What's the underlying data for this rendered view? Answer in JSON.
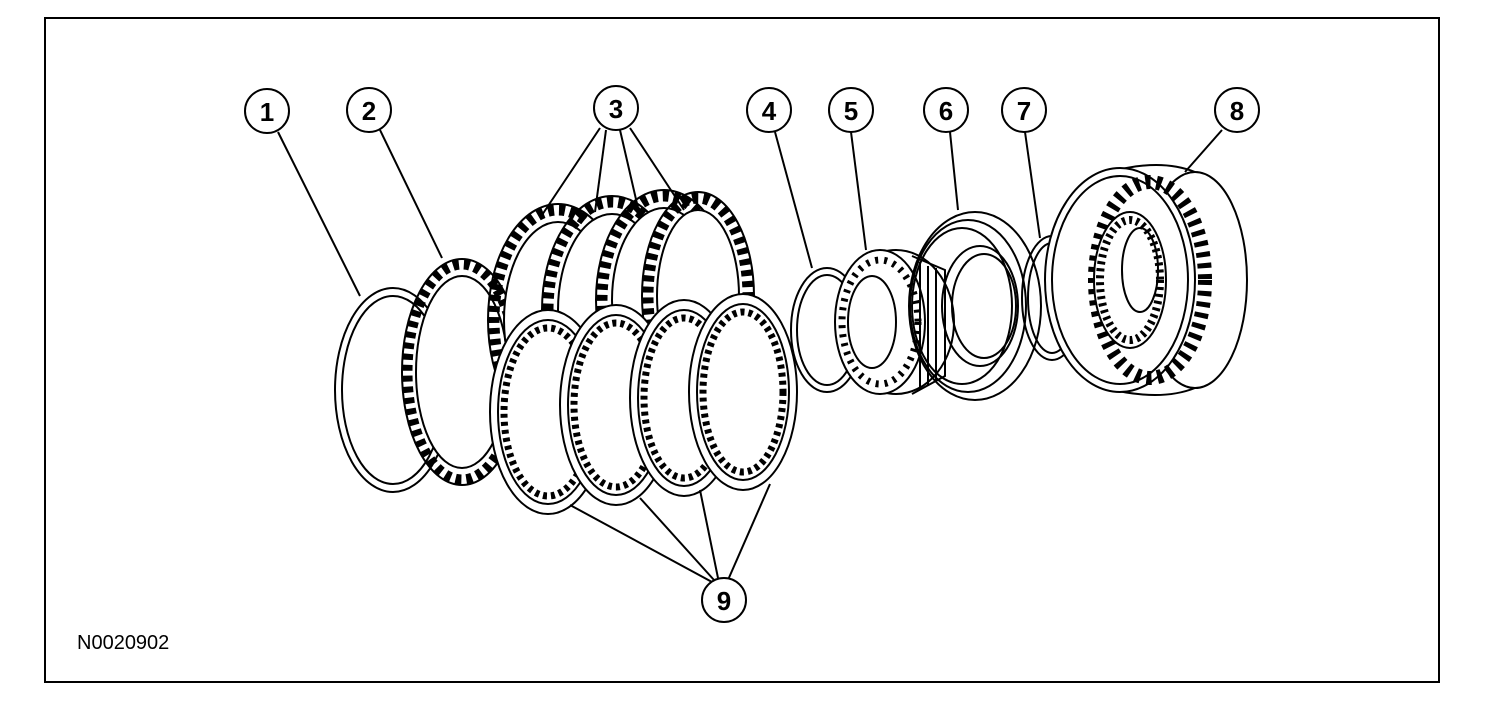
{
  "figure_id": "N0020902",
  "callouts": [
    "1",
    "2",
    "3",
    "4",
    "5",
    "6",
    "7",
    "8",
    "9"
  ]
}
